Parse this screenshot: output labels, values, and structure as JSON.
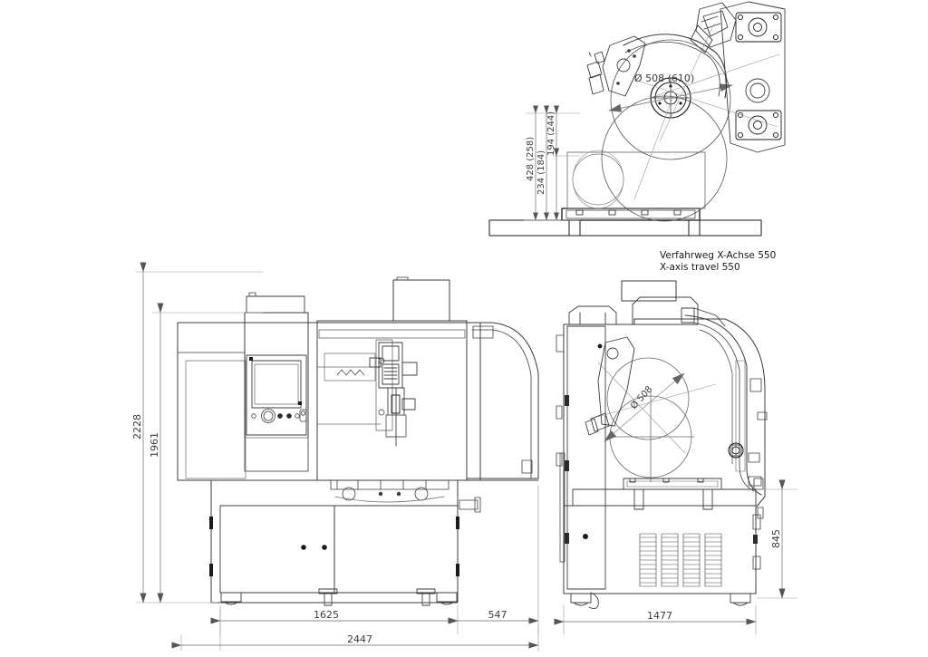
{
  "drawing": {
    "title": "CNC machine tool dimensioned elevation drawing",
    "background_color": "#ffffff",
    "line_color": "#3c3c3c",
    "heavy_line_color": "#1a1a1a",
    "dim_line_color": "#8c8c8c",
    "arrow_color": "#555555",
    "text_color": "#1a1a1a"
  },
  "views": {
    "top_right": {
      "name": "spindle-head-section-view",
      "diameter_label": "Ø 508 (610)",
      "vertical_dims": [
        {
          "name": "dim-428-258",
          "value": "428 (258)"
        },
        {
          "name": "dim-234-184",
          "value": "234 (184)"
        },
        {
          "name": "dim-194-244",
          "value": "194 (244)"
        }
      ],
      "caption": {
        "line_de": "Verfahrweg X-Achse 550",
        "line_en": "X-axis travel 550"
      }
    },
    "front": {
      "name": "front-elevation-view",
      "height_dims": [
        {
          "name": "dim-2228",
          "value": "2228"
        },
        {
          "name": "dim-1961",
          "value": "1961"
        }
      ],
      "width_dims": [
        {
          "name": "dim-1625",
          "value": "1625"
        },
        {
          "name": "dim-547",
          "value": "547"
        },
        {
          "name": "dim-2447",
          "value": "2447"
        }
      ]
    },
    "side": {
      "name": "side-elevation-view",
      "diameter_label": "Ø 508",
      "width_dims": [
        {
          "name": "dim-1477",
          "value": "1477"
        }
      ],
      "height_dims": [
        {
          "name": "dim-845",
          "value": "845"
        }
      ]
    }
  }
}
